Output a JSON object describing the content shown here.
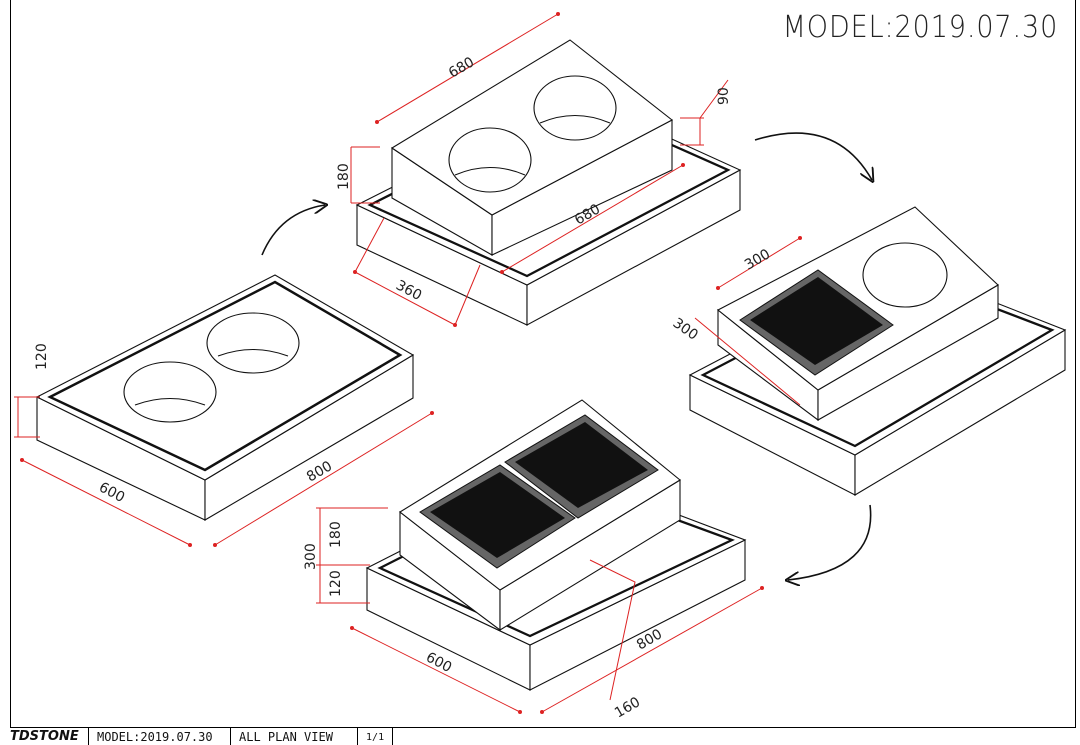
{
  "header": {
    "model": "MODEL:2019.07.30"
  },
  "views": {
    "slab": {
      "height": "120",
      "width": "600",
      "length": "800"
    },
    "raised": {
      "top_length": "680",
      "height": "180",
      "offset": "90",
      "base_length": "680",
      "depth": "360"
    },
    "one_tile": {
      "tile_width": "300",
      "tile_depth": "300"
    },
    "two_tiles": {
      "total_height": "300",
      "upper_height": "180",
      "lower_height": "120",
      "width": "600",
      "length": "800",
      "offset": "160"
    }
  },
  "title_block": {
    "logo": "TDSTONE",
    "model": "MODEL:2019.07.30",
    "view": "ALL PLAN VIEW",
    "sheet": "1",
    "of": "1"
  },
  "colors": {
    "dimension": "#dd2222",
    "tile": "#111111"
  }
}
